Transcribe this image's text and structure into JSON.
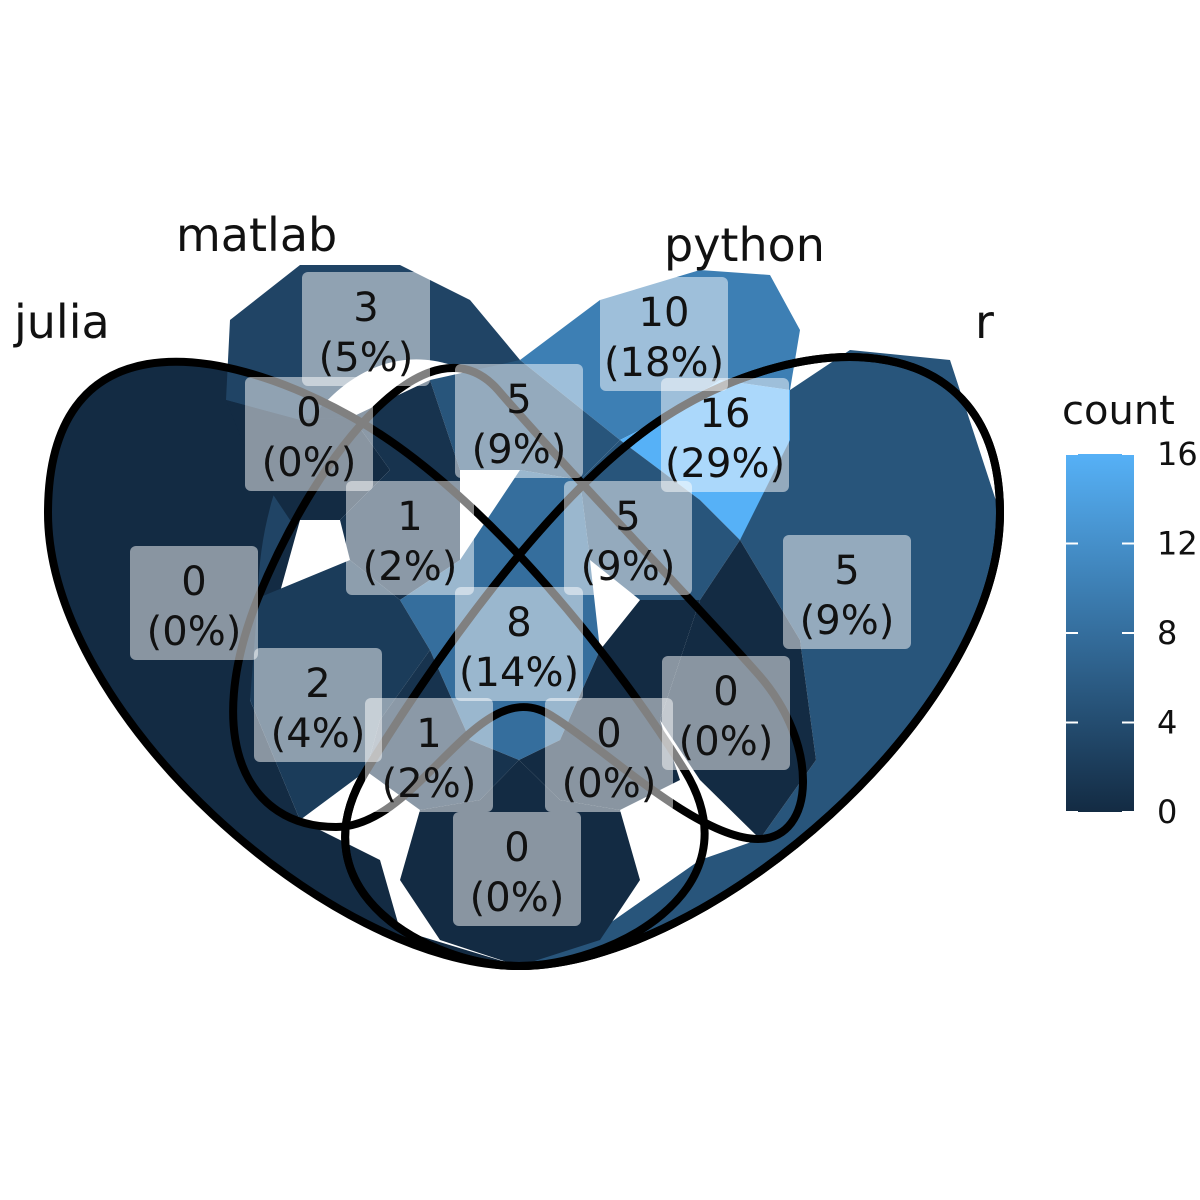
{
  "sets": [
    {
      "key": "julia",
      "label": "julia"
    },
    {
      "key": "matlab",
      "label": "matlab"
    },
    {
      "key": "python",
      "label": "python"
    },
    {
      "key": "r",
      "label": "r"
    }
  ],
  "regions": [
    {
      "id": "julia-only",
      "sets": [
        "julia"
      ],
      "count": 0,
      "percent": "(0%)"
    },
    {
      "id": "matlab-only",
      "sets": [
        "matlab"
      ],
      "count": 3,
      "percent": "(5%)"
    },
    {
      "id": "python-only",
      "sets": [
        "python"
      ],
      "count": 10,
      "percent": "(18%)"
    },
    {
      "id": "r-only",
      "sets": [
        "r"
      ],
      "count": 5,
      "percent": "(9%)"
    },
    {
      "id": "julia-matlab",
      "sets": [
        "julia",
        "matlab"
      ],
      "count": 0,
      "percent": "(0%)"
    },
    {
      "id": "matlab-python",
      "sets": [
        "matlab",
        "python"
      ],
      "count": 5,
      "percent": "(9%)"
    },
    {
      "id": "python-r",
      "sets": [
        "python",
        "r"
      ],
      "count": 16,
      "percent": "(29%)"
    },
    {
      "id": "julia-matlab-python",
      "sets": [
        "julia",
        "matlab",
        "python"
      ],
      "count": 1,
      "percent": "(2%)"
    },
    {
      "id": "matlab-python-r",
      "sets": [
        "matlab",
        "python",
        "r"
      ],
      "count": 5,
      "percent": "(9%)"
    },
    {
      "id": "all-four",
      "sets": [
        "julia",
        "matlab",
        "python",
        "r"
      ],
      "count": 8,
      "percent": "(14%)"
    },
    {
      "id": "julia-python",
      "sets": [
        "julia",
        "python"
      ],
      "count": 2,
      "percent": "(4%)"
    },
    {
      "id": "matlab-r",
      "sets": [
        "matlab",
        "r"
      ],
      "count": 0,
      "percent": "(0%)"
    },
    {
      "id": "julia-python-r",
      "sets": [
        "julia",
        "python",
        "r"
      ],
      "count": 1,
      "percent": "(2%)"
    },
    {
      "id": "julia-matlab-r",
      "sets": [
        "julia",
        "matlab",
        "r"
      ],
      "count": 0,
      "percent": "(0%)"
    },
    {
      "id": "julia-r",
      "sets": [
        "julia",
        "r"
      ],
      "count": 0,
      "percent": "(0%)"
    }
  ],
  "legend": {
    "title": "count",
    "ticks": [
      0,
      4,
      8,
      12,
      16
    ],
    "tick_labels": [
      "0",
      "4",
      "8",
      "12",
      "16"
    ],
    "range": [
      0,
      16
    ],
    "color_low": "#132B43",
    "color_high": "#56B1F7"
  }
}
